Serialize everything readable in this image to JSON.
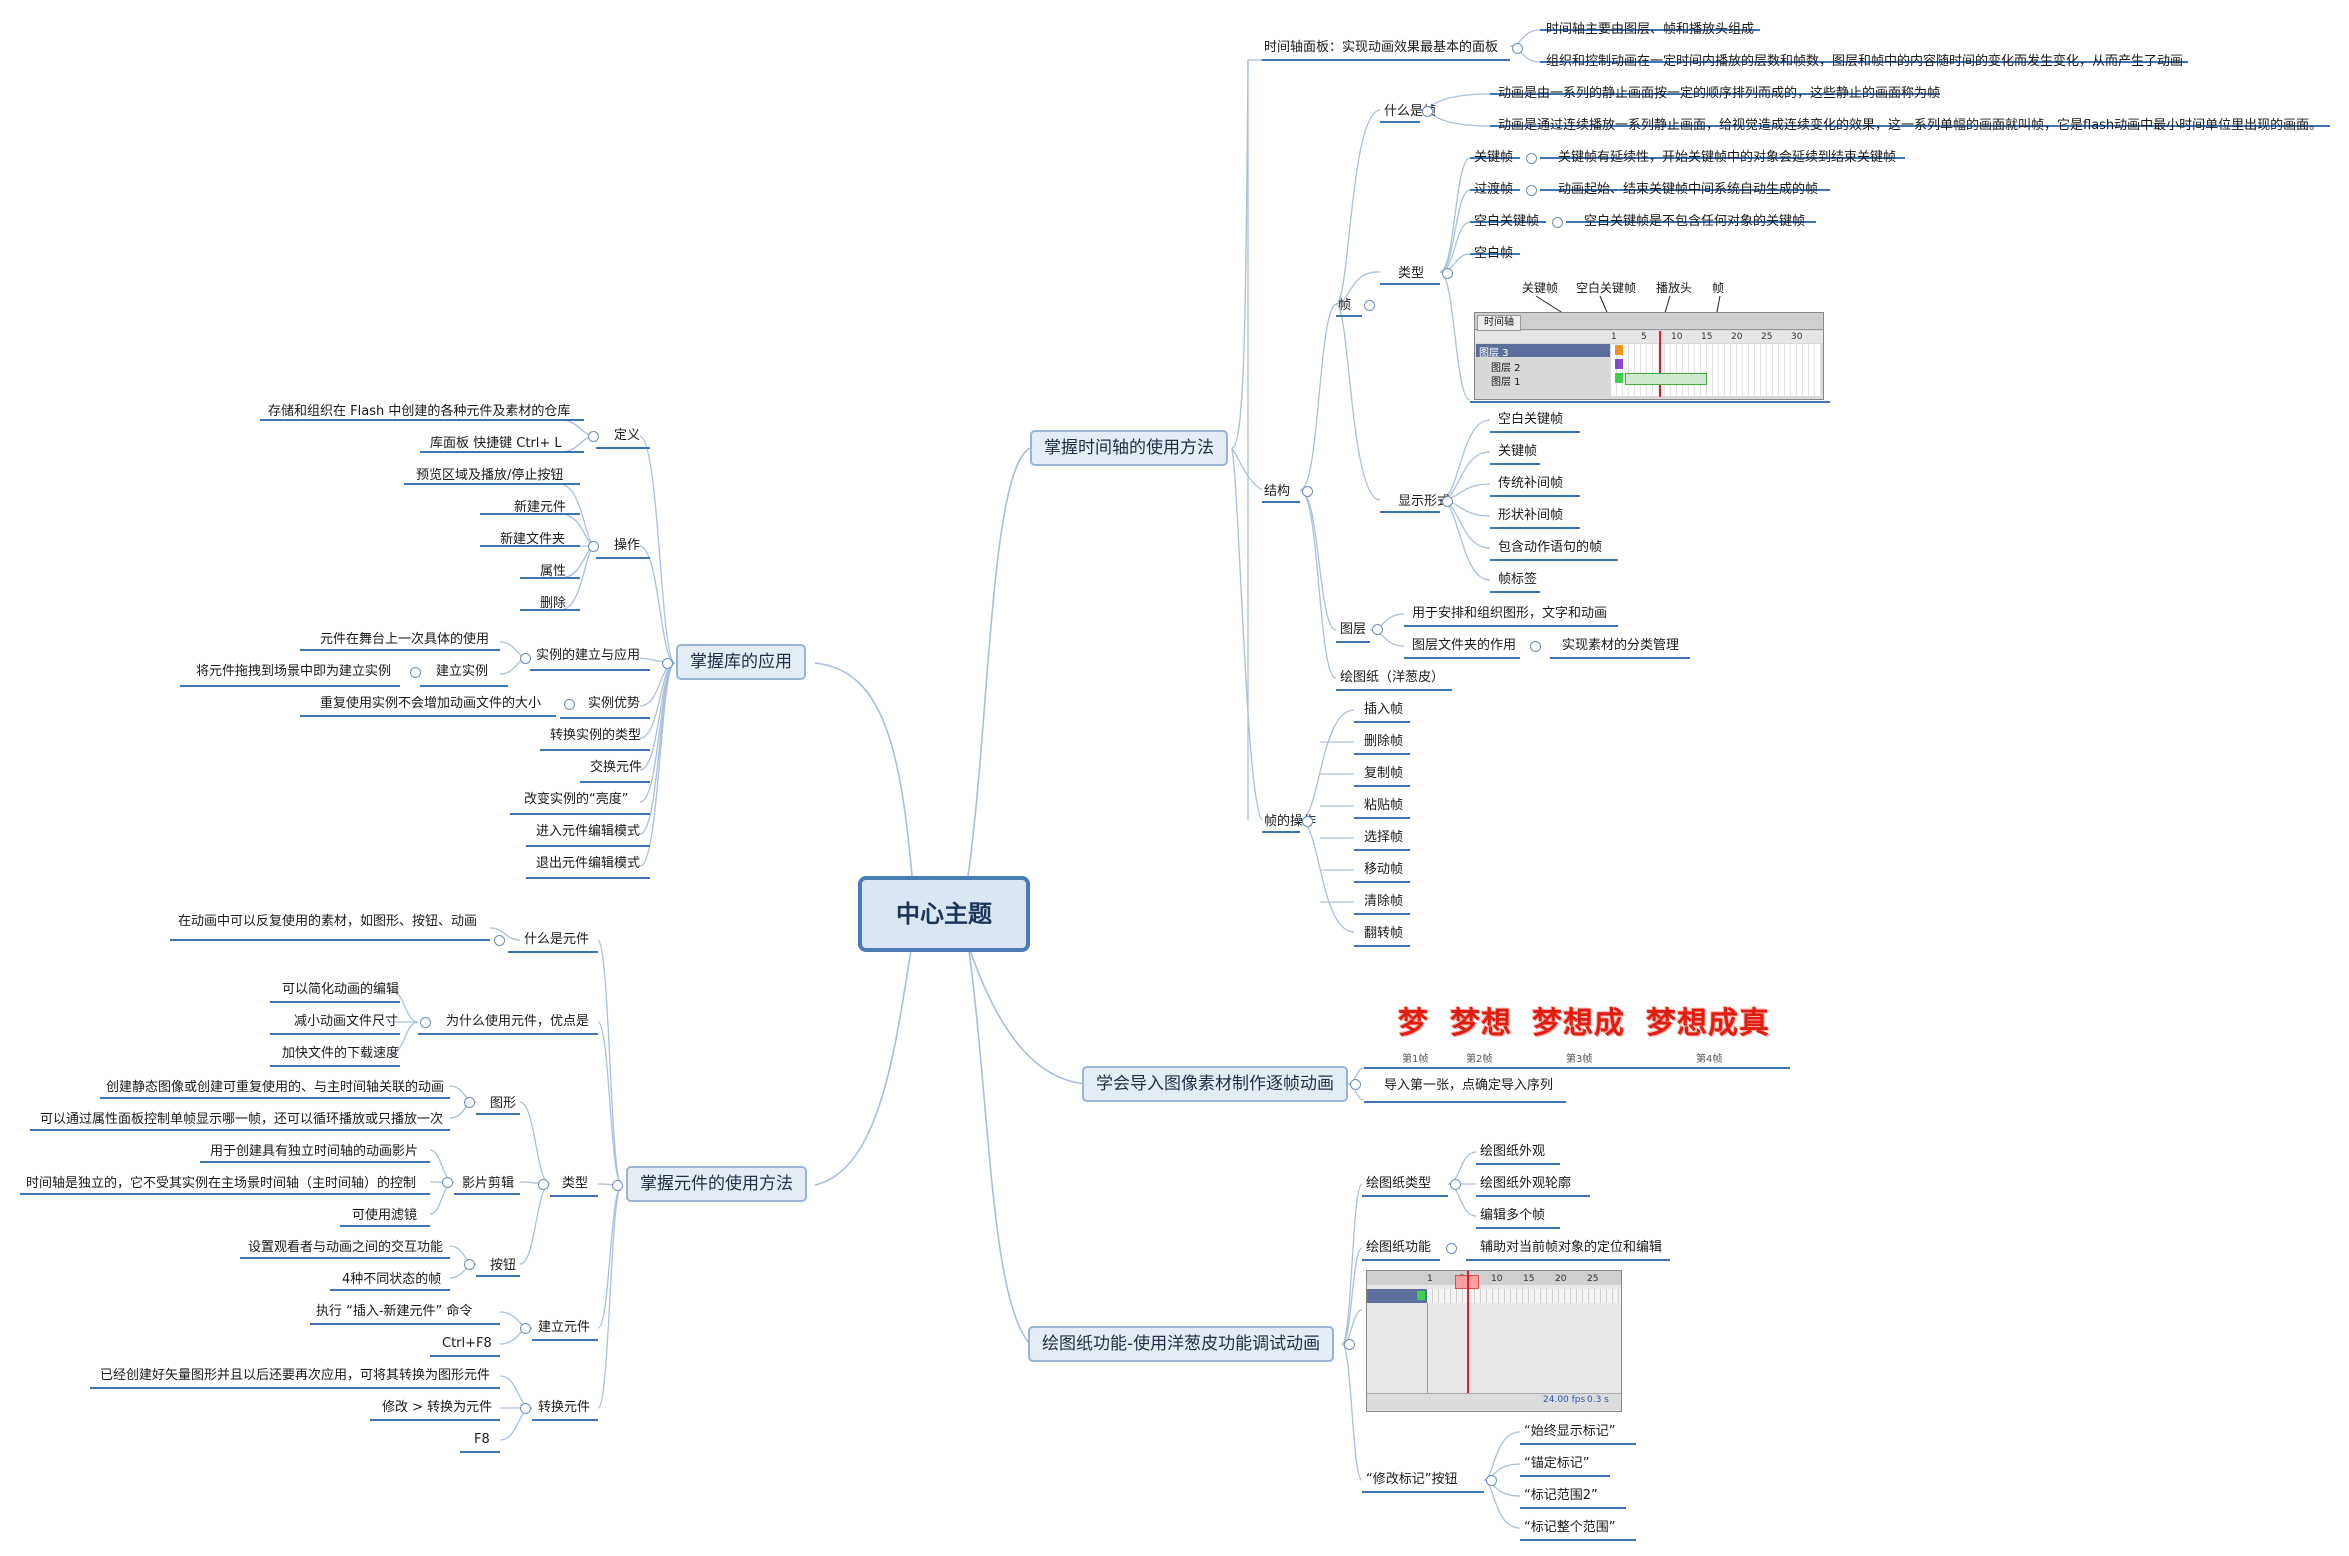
{
  "center": "中心主题",
  "topics": {
    "timeline": "掌握时间轴的使用方法",
    "library": "掌握库的应用",
    "symbols": "掌握元件的使用方法",
    "import": "学会导入图像素材制作逐帧动画",
    "onion": "绘图纸功能-使用洋葱皮功能调试动画"
  },
  "timeline": {
    "panel_title": "时间轴面板：实现动画效果最基本的面板",
    "panel_notes": [
      "时间轴主要由图层、帧和播放头组成",
      "组织和控制动画在一定时间内播放的层数和帧数，图层和帧中的内容随时间的变化而发生变化，从而产生了动画"
    ],
    "structure": "结构",
    "frame": "帧",
    "what_frame": "什么是帧",
    "what_frame_notes": [
      "动画是由一系列的静止画面按一定的顺序排列而成的，这些静止的画面称为帧",
      "动画是通过连续播放一系列静止画面，给视觉造成连续变化的效果，这一系列单幅的画面就叫帧，它是flash动画中最小时间单位里出现的画面。"
    ],
    "types": "类型",
    "type_items": [
      {
        "name": "关键帧",
        "note": "关键帧有延续性，开始关键帧中的对象会延续到结束关键帧"
      },
      {
        "name": "过渡帧",
        "note": "动画起始、结束关键帧中间系统自动生成的帧"
      },
      {
        "name": "空白关键帧",
        "note": "空白关键帧是不包含任何对象的关键帧"
      },
      {
        "name": "空白帧",
        "note": ""
      }
    ],
    "timeline_img": {
      "labels": [
        "关键帧",
        "空白关键帧",
        "播放头",
        "帧"
      ],
      "tab": "时间轴",
      "layers": [
        "图层 3",
        "图层 2",
        "图层 1"
      ],
      "ruler": [
        "1",
        "5",
        "10",
        "15",
        "20",
        "25",
        "30"
      ]
    },
    "display": "显示形式",
    "display_items": [
      "空白关键帧",
      "关键帧",
      "传统补间帧",
      "形状补间帧",
      "包含动作语句的帧",
      "帧标签"
    ],
    "layer": "图层",
    "layer_items": [
      "用于安排和组织图形，文字和动画",
      "图层文件夹的作用"
    ],
    "layer_folder_note": "实现素材的分类管理",
    "onion_paper": "绘图纸（洋葱皮）",
    "frame_ops": "帧的操作",
    "frame_op_items": [
      "插入帧",
      "删除帧",
      "复制帧",
      "粘贴帧",
      "选择帧",
      "移动帧",
      "清除帧",
      "翻转帧"
    ]
  },
  "import": {
    "dream_words": [
      "梦",
      "梦想",
      "梦想成",
      "梦想成真"
    ],
    "dream_caps": [
      "第1帧",
      "第2帧",
      "第3帧",
      "第4帧"
    ],
    "note": "导入第一张，点确定导入序列"
  },
  "onion": {
    "type": "绘图纸类型",
    "type_items": [
      "绘图纸外观",
      "绘图纸外观轮廓",
      "编辑多个帧"
    ],
    "function": "绘图纸功能",
    "function_note": "辅助对当前帧对象的定位和编辑",
    "ruler": [
      "1",
      "5",
      "10",
      "15",
      "20",
      "25"
    ],
    "fps": "24.00 fps",
    "time": "0.3 s",
    "modify": "“修改标记”按钮",
    "modify_items": [
      "“始终显示标记”",
      "“锚定标记”",
      "“标记范围2”",
      "“标记整个范围”"
    ]
  },
  "library": {
    "def": "定义",
    "def_items": [
      "存储和组织在 Flash 中创建的各种元件及素材的仓库",
      "库面板 快捷键    Ctrl+ L"
    ],
    "ops": "操作",
    "ops_items": [
      "预览区域及播放/停止按钮",
      "新建元件",
      "新建文件夹",
      "属性",
      "删除"
    ],
    "instance": "实例的建立与应用",
    "instance_note": "元件在舞台上一次具体的使用",
    "build_instance": "建立实例",
    "build_note": "将元件拖拽到场景中即为建立实例",
    "advantage": "实例优势",
    "advantage_note": "重复使用实例不会增加动画文件的大小",
    "more": [
      "转换实例的类型",
      "交换元件",
      "改变实例的“亮度”",
      "进入元件编辑模式",
      "退出元件编辑模式"
    ]
  },
  "symbols": {
    "what": "什么是元件",
    "what_note": "在动画中可以反复使用的素材，如图形、按钮、动画",
    "why": "为什么使用元件，优点是",
    "why_items": [
      "可以简化动画的编辑",
      "减小动画文件尺寸",
      "加快文件的下载速度"
    ],
    "types": "类型",
    "graphic": "图形",
    "graphic_items": [
      "创建静态图像或创建可重复使用的、与主时间轴关联的动画",
      "可以通过属性面板控制单帧显示哪一帧，还可以循环播放或只播放一次"
    ],
    "movie": "影片剪辑",
    "movie_items": [
      "用于创建具有独立时间轴的动画影片",
      "时间轴是独立的，它不受其实例在主场景时间轴（主时间轴）的控制",
      "可使用滤镜"
    ],
    "button": "按钮",
    "button_items": [
      "设置观看者与动画之间的交互功能",
      "4种不同状态的帧"
    ],
    "create": "建立元件",
    "create_items": [
      "执行    “插入-新建元件”  命令",
      "Ctrl+F8"
    ],
    "convert": "转换元件",
    "convert_items": [
      "已经创建好矢量图形并且以后还要再次应用，可将其转换为图形元件",
      "修改 > 转换为元件",
      "F8"
    ]
  }
}
